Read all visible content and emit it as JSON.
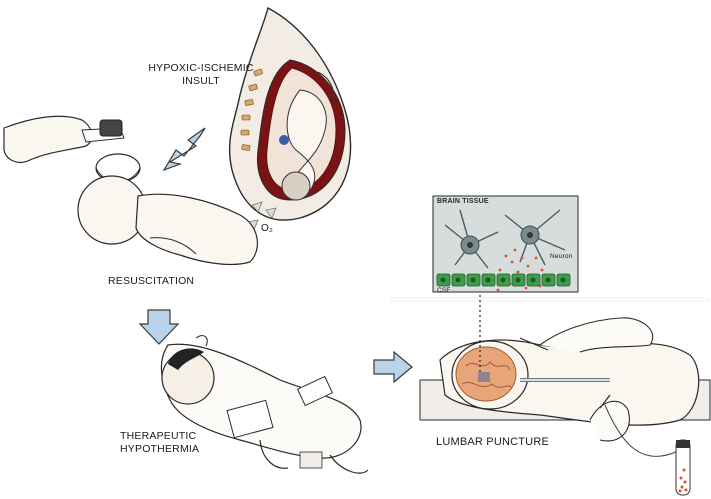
{
  "labels": {
    "hypoxic_line1": "HYPOXIC-ISCHEMIC",
    "hypoxic_line2": "INSULT",
    "o2": "O₂",
    "resuscitation": "RESUSCITATION",
    "therapeutic_line1": "THERAPEUTIC",
    "therapeutic_line2": "HYPOTHERMIA",
    "lumbar_puncture": "LUMBAR  PUNCTURE"
  },
  "inset": {
    "title": "BRAIN TISSUE",
    "neuron": "Neuron",
    "csf": "CSF"
  },
  "colors": {
    "arrow_fill": "#b8d3ea",
    "arrow_stroke": "#3a3a3a",
    "inset_bg": "#d7dcdc",
    "neuron": "#5a6b6b",
    "csf_cells": "#3f9c4a",
    "biomarker_dots": "#d9532c",
    "uterus": "#8c1a1a",
    "brain": "#e9a57a"
  },
  "icons": [
    "arrow-right-icon",
    "arrow-down-icon"
  ]
}
